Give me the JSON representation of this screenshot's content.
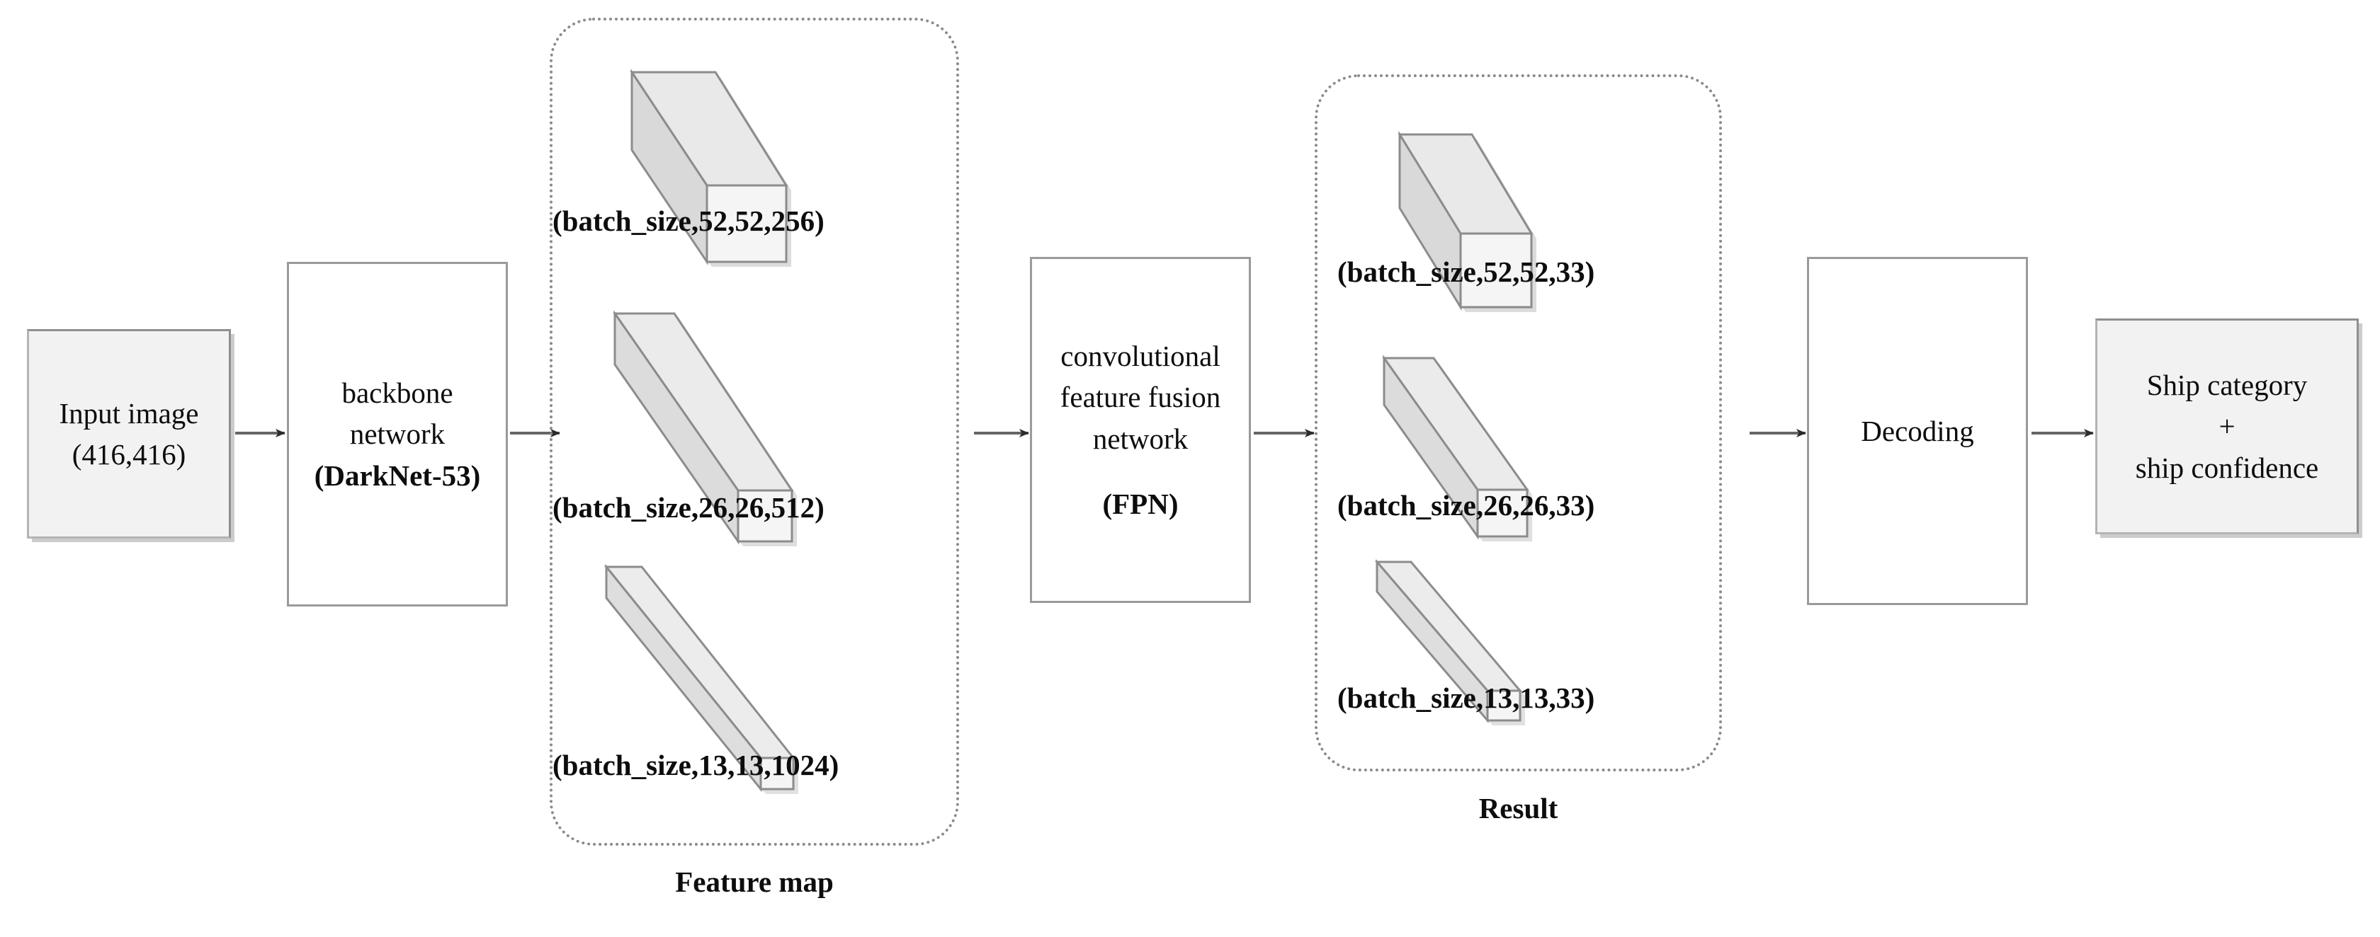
{
  "diagram": {
    "title": "Ship detection network architecture pipeline",
    "colors": {
      "box_fill_gray": "#f2f2f2",
      "box_fill_white": "#ffffff",
      "box_stroke": "#9a9a9a",
      "dotted_stroke": "#8a8a8a",
      "cube_front": "#f5f5f5",
      "cube_top": "#ececec",
      "cube_side": "#dcdcdc",
      "arrow": "#555555",
      "text": "#0d0d0d"
    },
    "nodes": {
      "input": {
        "line1": "Input image",
        "line2": "(416,416)"
      },
      "backbone": {
        "line1": "backbone",
        "line2": "network",
        "line3": "(DarkNet-53)"
      },
      "fpn": {
        "line1": "convolutional",
        "line2": "feature fusion",
        "line3": "network",
        "line4": "(FPN)"
      },
      "decoding": {
        "line1": "Decoding"
      },
      "output": {
        "line1": "Ship category",
        "line2": "+",
        "line3": "ship confidence"
      }
    },
    "feature_map": {
      "group_label": "Feature map",
      "cubes": [
        {
          "label": "(batch_size,52,52,256)",
          "depth": "256",
          "grid": "52x52"
        },
        {
          "label": "(batch_size,26,26,512)",
          "depth": "512",
          "grid": "26x26"
        },
        {
          "label": "(batch_size,13,13,1024)",
          "depth": "1024",
          "grid": "13x13"
        }
      ]
    },
    "result": {
      "group_label": "Result",
      "cubes": [
        {
          "label": "(batch_size,52,52,33)",
          "depth": "33",
          "grid": "52x52"
        },
        {
          "label": "(batch_size,26,26,33)",
          "depth": "33",
          "grid": "26x26"
        },
        {
          "label": "(batch_size,13,13,33)",
          "depth": "33",
          "grid": "13x13"
        }
      ]
    },
    "arrows": [
      {
        "from": "input",
        "to": "backbone"
      },
      {
        "from": "backbone",
        "to": "feature-map"
      },
      {
        "from": "feature-map",
        "to": "fpn"
      },
      {
        "from": "fpn",
        "to": "result"
      },
      {
        "from": "result",
        "to": "decoding"
      },
      {
        "from": "decoding",
        "to": "output"
      }
    ]
  }
}
